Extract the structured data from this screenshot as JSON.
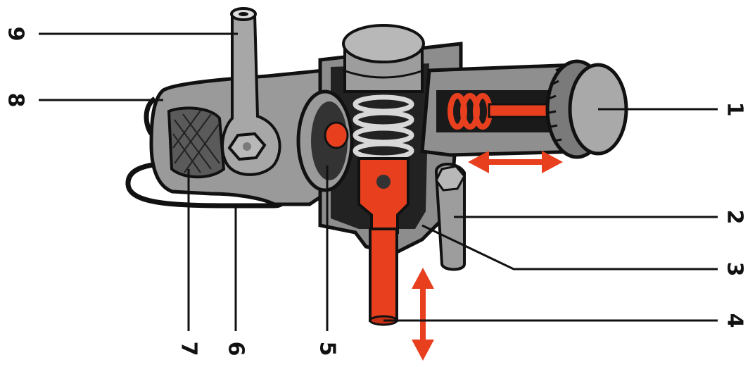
{
  "colors": {
    "body": "#8f8f8f",
    "body_light": "#b0b0b0",
    "outline": "#111111",
    "red": "#e8401f",
    "red_dark": "#b52a10",
    "background": "#ffffff"
  },
  "callouts": [
    {
      "id": "1",
      "text": "1"
    },
    {
      "id": "2",
      "text": "2"
    },
    {
      "id": "3",
      "text": "3"
    },
    {
      "id": "4",
      "text": "4"
    },
    {
      "id": "5",
      "text": "5"
    },
    {
      "id": "6",
      "text": "6"
    },
    {
      "id": "7",
      "text": "7"
    },
    {
      "id": "8",
      "text": "8"
    },
    {
      "id": "9",
      "text": "9"
    }
  ],
  "arrows": [
    {
      "name": "horizontal-motion-arrow",
      "direction": "horizontal"
    },
    {
      "name": "vertical-motion-arrow",
      "direction": "vertical"
    }
  ]
}
